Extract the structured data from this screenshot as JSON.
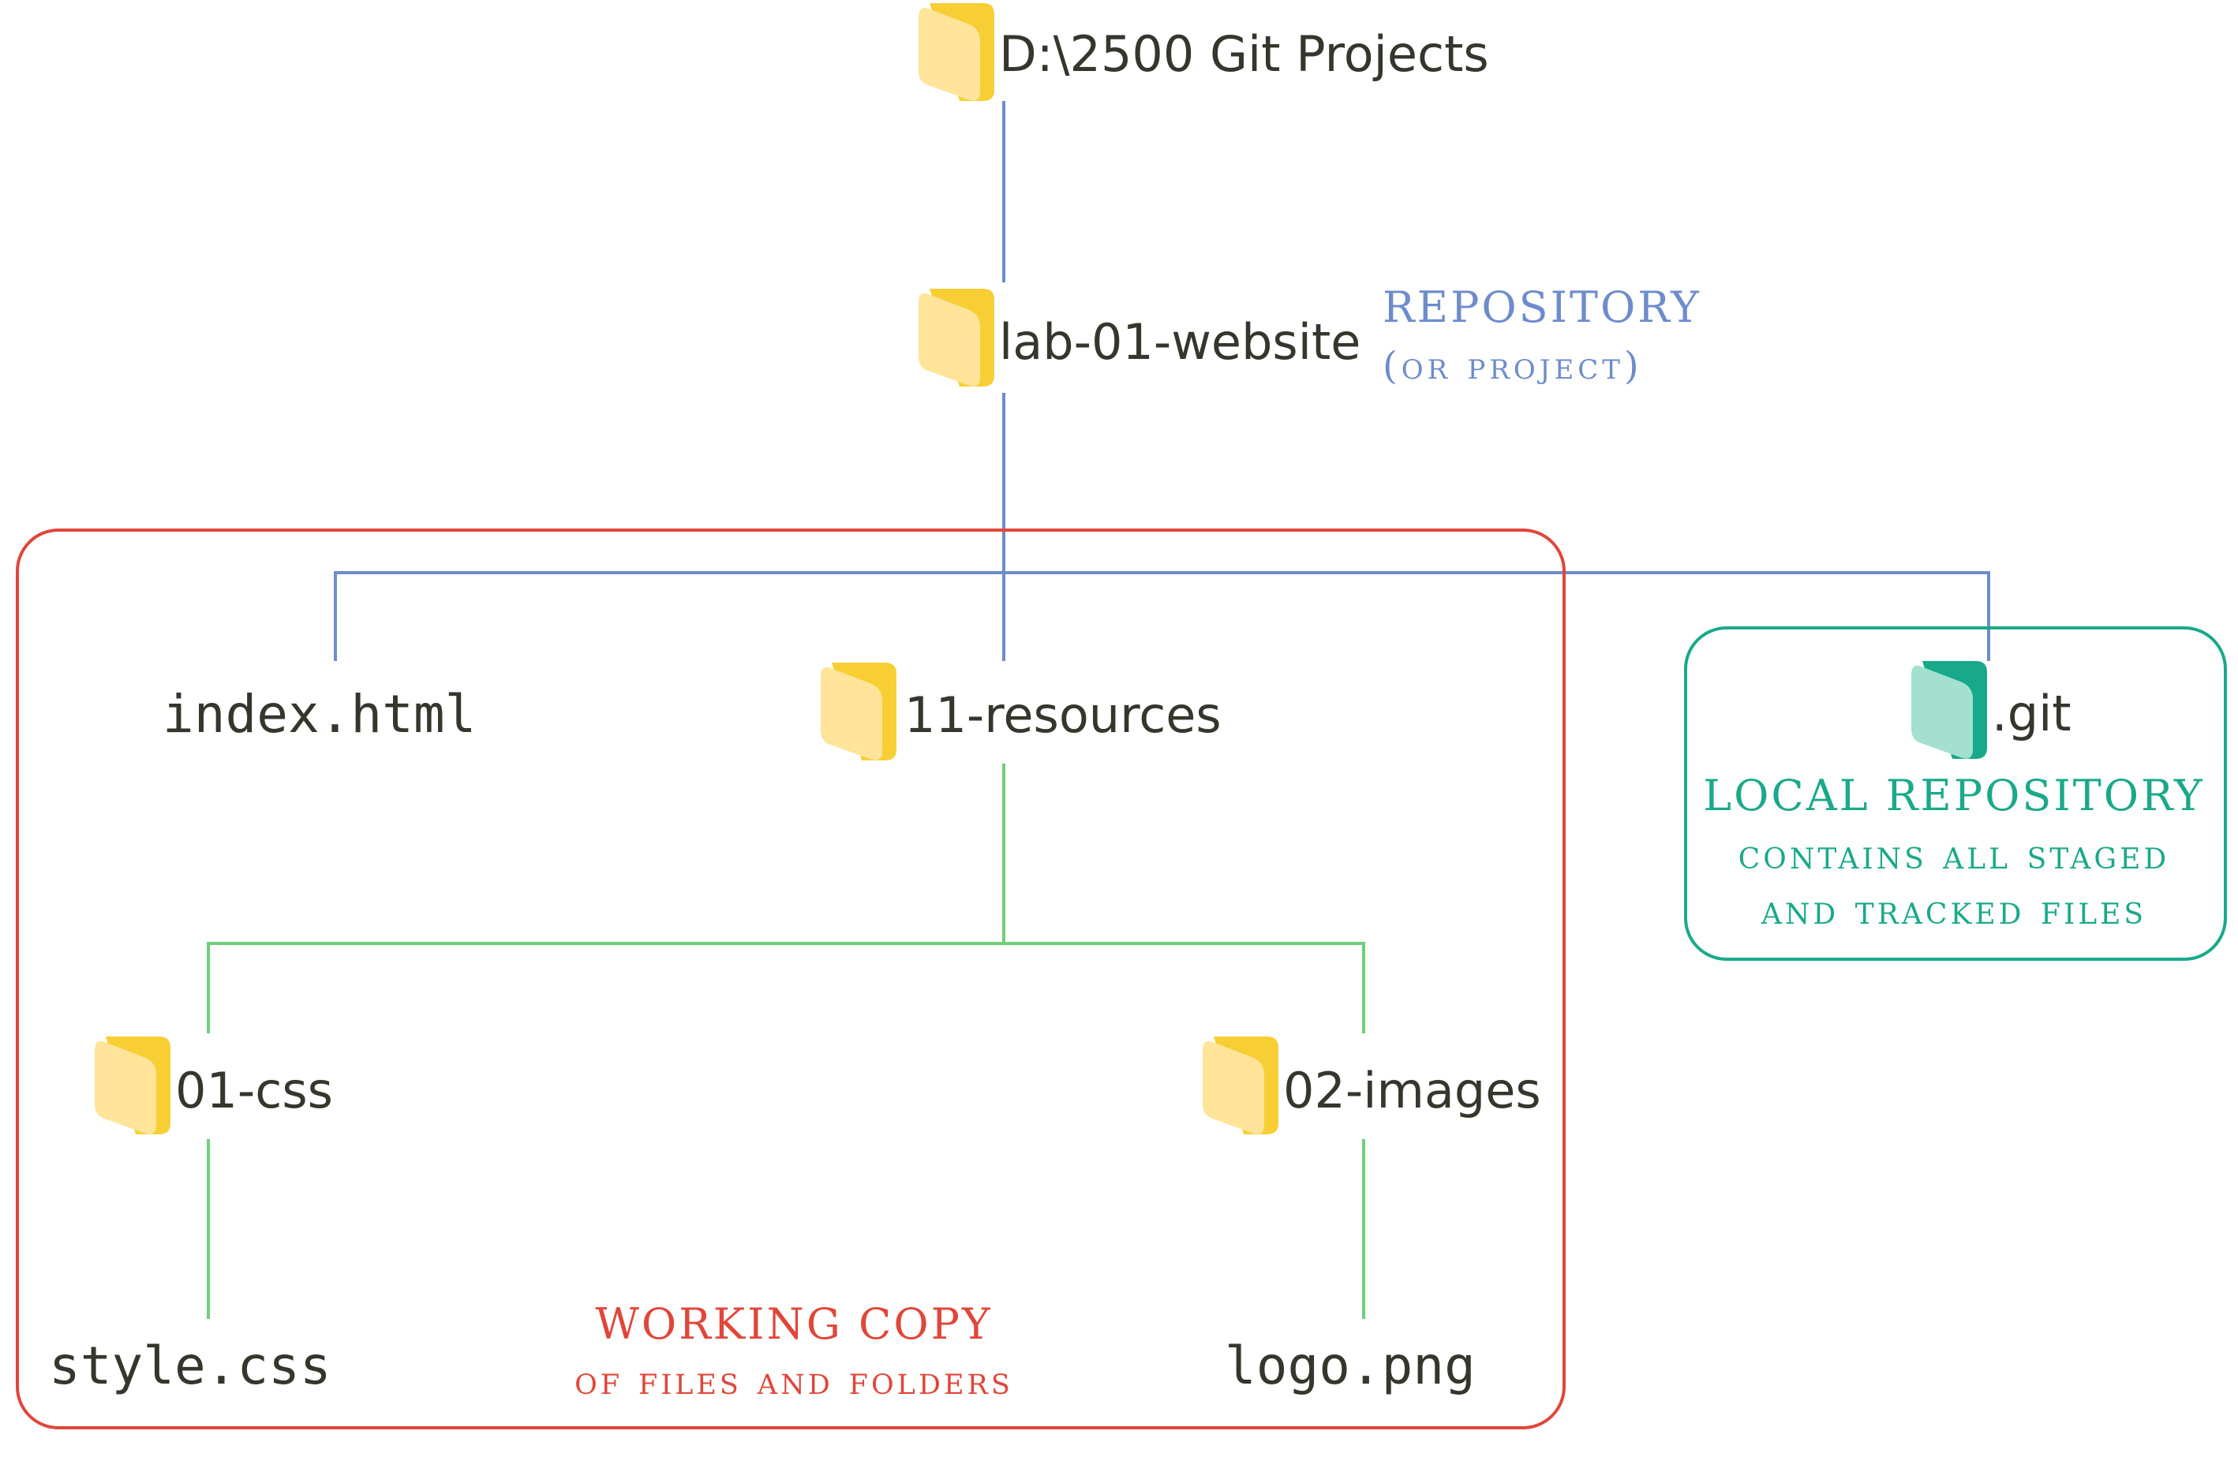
{
  "colors": {
    "repo_line": "#6e8ccc",
    "resources_line": "#6fcf7a",
    "working_copy": "#e0463a",
    "local_repo": "#1aa98a",
    "folder_front": "#ffe49a",
    "folder_back": "#f7cf35",
    "git_folder_front": "#a3e0d0",
    "git_folder_back": "#17a98a",
    "text": "#35362c"
  },
  "nodes": {
    "root": {
      "label": "D:\\2500 Git Projects",
      "icon": "folder-icon"
    },
    "repo": {
      "label": "lab-01-website",
      "icon": "folder-icon"
    },
    "index": {
      "label": "index.html",
      "icon": "file"
    },
    "resources": {
      "label": "11-resources",
      "icon": "folder-icon"
    },
    "git": {
      "label": ".git",
      "icon": "git-folder-icon"
    },
    "css": {
      "label": "01-css",
      "icon": "folder-icon"
    },
    "images": {
      "label": "02-images",
      "icon": "folder-icon"
    },
    "style": {
      "label": "style.css",
      "icon": "file"
    },
    "logo": {
      "label": "logo.png",
      "icon": "file"
    }
  },
  "annotations": {
    "repository": {
      "title": "REPOSITORY",
      "subtitle": "(or project)"
    },
    "working_copy": {
      "title": "WORKING COPY",
      "subtitle": "of files and folders"
    },
    "local_repository": {
      "title": "LOCAL REPOSITORY",
      "line1": "contains all staged",
      "line2": "and tracked files"
    }
  }
}
